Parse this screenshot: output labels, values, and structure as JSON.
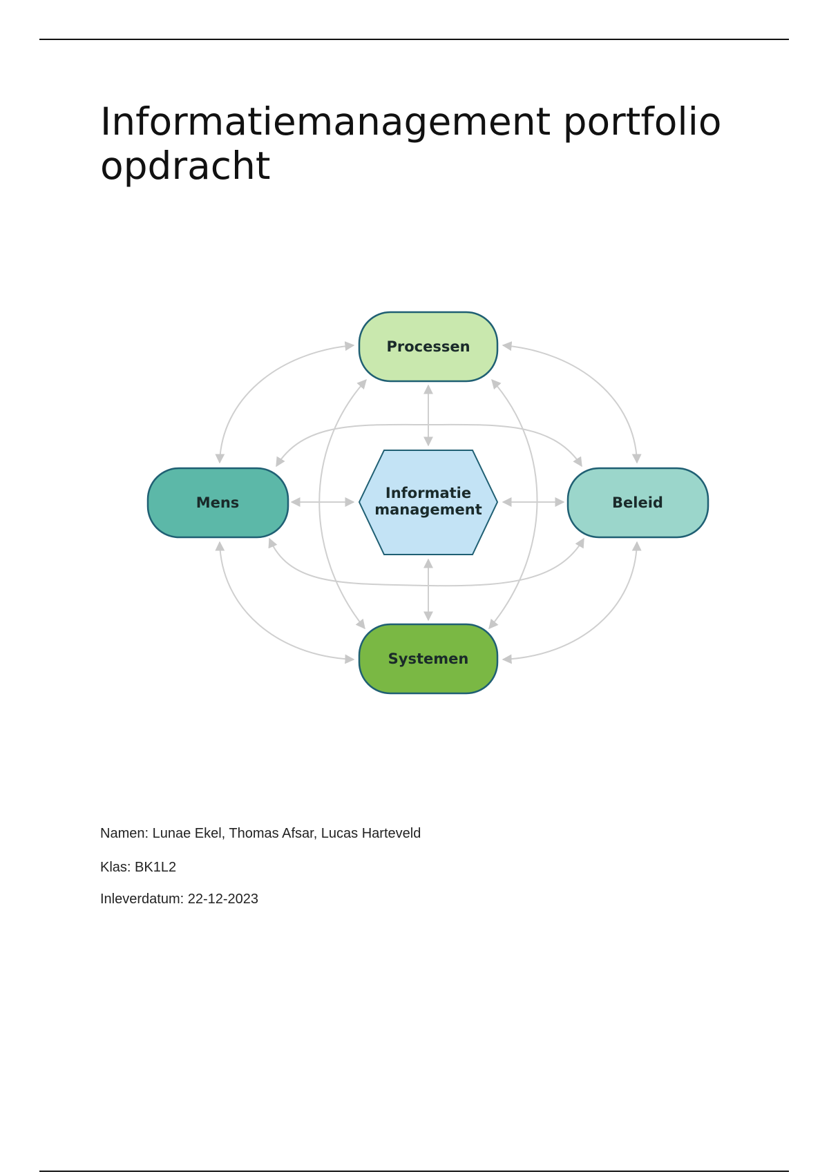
{
  "document": {
    "title": "Informatiemanagement portfolio opdracht",
    "names": "Namen: Lunae Ekel, Thomas Afsar, Lucas Harteveld",
    "class": "Klas: BK1L2",
    "due_date": "Inleverdatum: 22-12-2023"
  },
  "diagram": {
    "center": {
      "line1": "Informatie",
      "line2": "management",
      "color": "#c3e3f5"
    },
    "nodes": {
      "top": {
        "label": "Processen",
        "color": "#c9e8ae"
      },
      "left": {
        "label": "Mens",
        "color": "#5cb8a8"
      },
      "right": {
        "label": "Beleid",
        "color": "#9bd6cb"
      },
      "bottom": {
        "label": "Systemen",
        "color": "#7ab844"
      }
    },
    "border_color": "#1f5f73",
    "arrow_color": "#c8c8c8"
  }
}
